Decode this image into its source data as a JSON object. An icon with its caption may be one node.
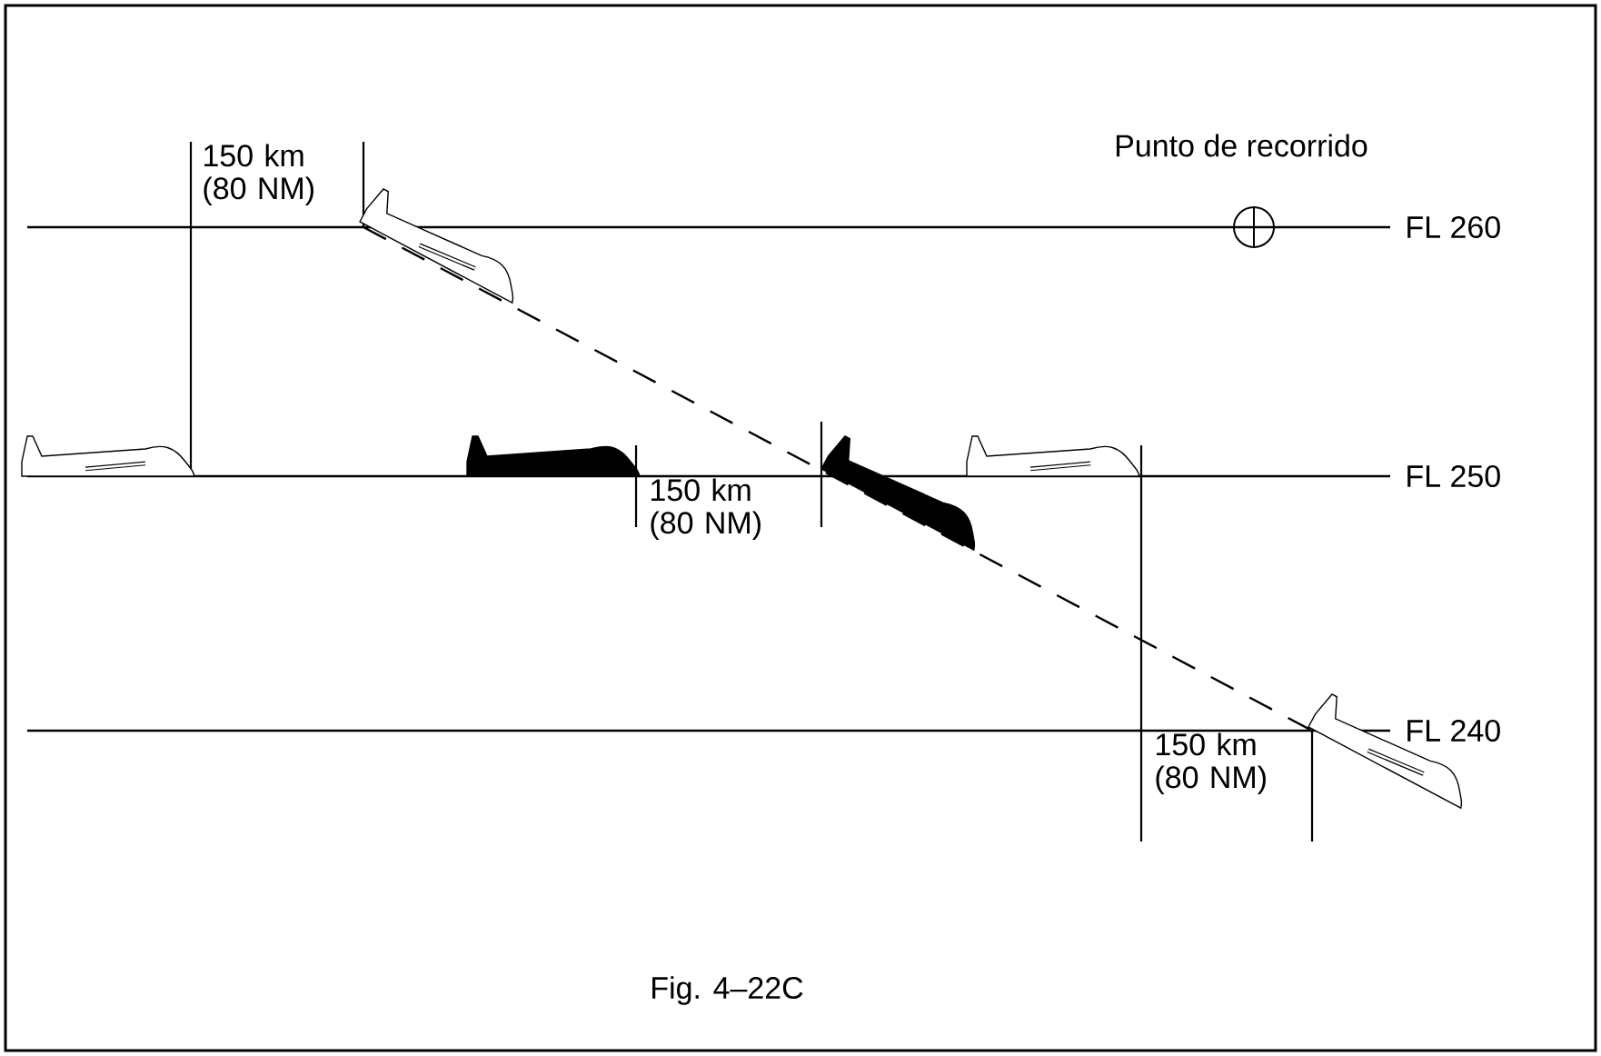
{
  "diagram": {
    "caption": "Fig. 4–22C",
    "labels": [
      "150 km (80 NM)",
      "Punto de recorrido",
      "FL 260",
      "FL 250",
      "150 km (80 NM)",
      "FL 240",
      "150 km (80 NM)"
    ]
  }
}
